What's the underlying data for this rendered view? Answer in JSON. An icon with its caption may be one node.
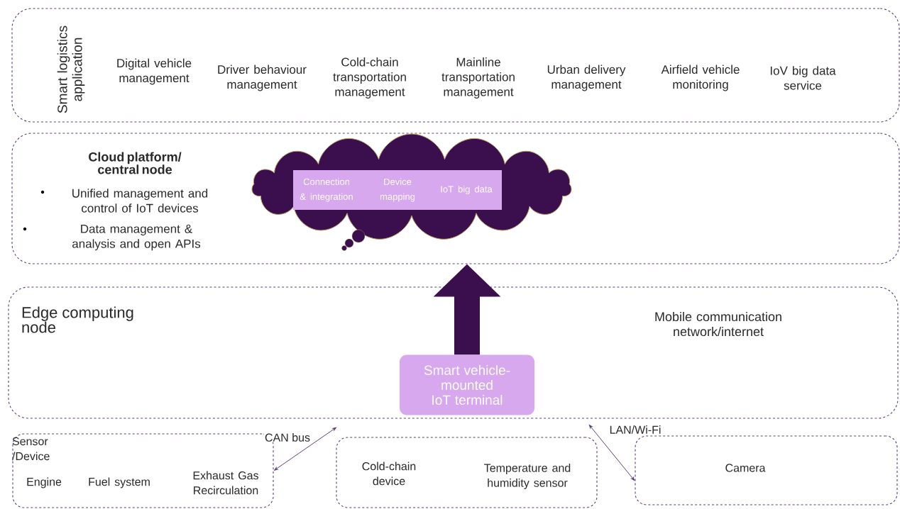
{
  "diagram": {
    "nodes": [
      {
        "text": [
          "Smart logistics application",
          "Digital vehicle management",
          "Driver behaviour management",
          "Cold-chain transportation management",
          "Mainline transportation management",
          "Urban delivery management",
          "Airfield vehicle monitoring",
          "IoV big data service"
        ]
      },
      {
        "text": [
          "Cloud platform/ central node",
          "Unified management and control of IoT devices",
          "Data management & analysis and open APIs"
        ]
      },
      {
        "text": [],
        "shape": "cloud",
        "in": 1
      },
      {
        "text": [
          "Connection & integration",
          "Device mapping",
          "IoT big data"
        ],
        "in": 2
      },
      {
        "text": [
          "Edge computing node",
          "Mobile communication network/internet"
        ]
      },
      {
        "text": [
          "Smart vehicle-mounted IoT terminal"
        ],
        "in": 4
      },
      {
        "text": [
          "Sensor /Device",
          "Engine",
          "Fuel system",
          "Exhaust Gas Recirculation"
        ]
      },
      {
        "text": [
          "Cold-chain device",
          "Temperature and humidity sensor"
        ]
      },
      {
        "text": [
          "Camera"
        ]
      }
    ],
    "edges": [
      {
        "from": 5,
        "to": 1,
        "arrow": "to",
        "style": "thick"
      },
      {
        "from": 6,
        "to": 4,
        "arrow": "both",
        "label": "CAN bus"
      },
      {
        "from": 4,
        "to": 8,
        "arrow": "both",
        "label": "LAN/Wi-Fi"
      }
    ]
  }
}
